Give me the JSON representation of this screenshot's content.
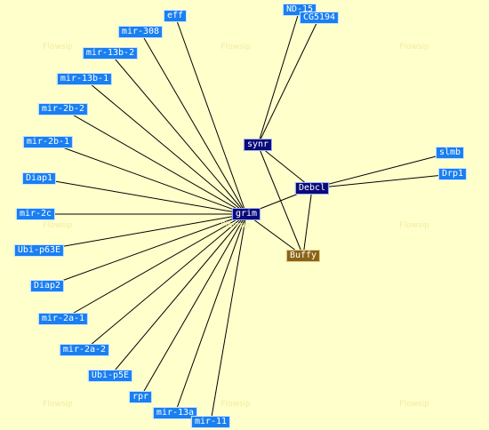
{
  "graph": {
    "nodes": [
      {
        "id": "eff",
        "label": "eff",
        "kind": "leaf"
      },
      {
        "id": "ND-15",
        "label": "ND-15",
        "kind": "leaf"
      },
      {
        "id": "CG5194",
        "label": "CG5194",
        "kind": "leaf"
      },
      {
        "id": "mir-308",
        "label": "mir-308",
        "kind": "leaf"
      },
      {
        "id": "mir-13b-2",
        "label": "mir-13b-2",
        "kind": "leaf"
      },
      {
        "id": "mir-13b-1",
        "label": "mir-13b-1",
        "kind": "leaf"
      },
      {
        "id": "mir-2b-2",
        "label": "mir-2b-2",
        "kind": "leaf"
      },
      {
        "id": "mir-2b-1",
        "label": "mir-2b-1",
        "kind": "leaf"
      },
      {
        "id": "synr",
        "label": "synr",
        "kind": "hub"
      },
      {
        "id": "slmb",
        "label": "slmb",
        "kind": "leaf"
      },
      {
        "id": "Drp1",
        "label": "Drp1",
        "kind": "leaf"
      },
      {
        "id": "Diap1",
        "label": "Diap1",
        "kind": "leaf"
      },
      {
        "id": "Debcl",
        "label": "Debcl",
        "kind": "hub"
      },
      {
        "id": "mir-2c",
        "label": "mir-2c",
        "kind": "leaf"
      },
      {
        "id": "grim",
        "label": "grim",
        "kind": "hub"
      },
      {
        "id": "Ubi-p63E",
        "label": "Ubi-p63E",
        "kind": "leaf"
      },
      {
        "id": "Buffy",
        "label": "Buffy",
        "kind": "special"
      },
      {
        "id": "Diap2",
        "label": "Diap2",
        "kind": "leaf"
      },
      {
        "id": "mir-2a-1",
        "label": "mir-2a-1",
        "kind": "leaf"
      },
      {
        "id": "mir-2a-2",
        "label": "mir-2a-2",
        "kind": "leaf"
      },
      {
        "id": "Ubi-p5E",
        "label": "Ubi-p5E",
        "kind": "leaf"
      },
      {
        "id": "rpr",
        "label": "rpr",
        "kind": "leaf"
      },
      {
        "id": "mir-13a",
        "label": "mir-13a",
        "kind": "leaf"
      },
      {
        "id": "mir-11",
        "label": "mir-11",
        "kind": "leaf"
      }
    ],
    "edges": [
      [
        "eff",
        "grim"
      ],
      [
        "mir-308",
        "grim"
      ],
      [
        "mir-13b-2",
        "grim"
      ],
      [
        "mir-13b-1",
        "grim"
      ],
      [
        "mir-2b-2",
        "grim"
      ],
      [
        "mir-2b-1",
        "grim"
      ],
      [
        "Diap1",
        "grim"
      ],
      [
        "mir-2c",
        "grim"
      ],
      [
        "Ubi-p63E",
        "grim"
      ],
      [
        "Diap2",
        "grim"
      ],
      [
        "mir-2a-1",
        "grim"
      ],
      [
        "mir-2a-2",
        "grim"
      ],
      [
        "Ubi-p5E",
        "grim"
      ],
      [
        "rpr",
        "grim"
      ],
      [
        "mir-13a",
        "grim"
      ],
      [
        "mir-11",
        "grim"
      ],
      [
        "grim",
        "Debcl"
      ],
      [
        "grim",
        "Buffy"
      ],
      [
        "synr",
        "ND-15"
      ],
      [
        "synr",
        "CG5194"
      ],
      [
        "synr",
        "Debcl"
      ],
      [
        "synr",
        "Buffy"
      ],
      [
        "Debcl",
        "Buffy"
      ],
      [
        "Debcl",
        "slmb"
      ],
      [
        "Debcl",
        "Drp1"
      ]
    ]
  },
  "colors": {
    "background": "#ffffcc",
    "edge": "#000000",
    "leaf_node": "#1a7ff0",
    "hub_node": "#0a0a7a",
    "special_node": "#8a6416"
  },
  "watermark": {
    "text": "Flowsip"
  }
}
